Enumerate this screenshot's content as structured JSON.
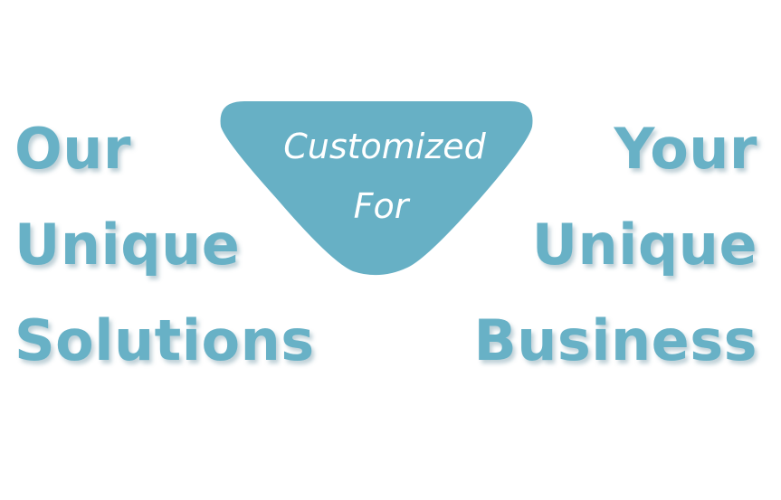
{
  "left_phrase": [
    "Our",
    "Unique",
    "Solutions"
  ],
  "right_phrase": [
    "Your",
    "Unique",
    "Business"
  ],
  "badge": {
    "line1": "Customized",
    "line2": "For"
  },
  "colors": {
    "text": "#68b1c6",
    "badge_fill": "#67b0c5",
    "badge_text": "#ffffff",
    "background": "#ffffff"
  }
}
